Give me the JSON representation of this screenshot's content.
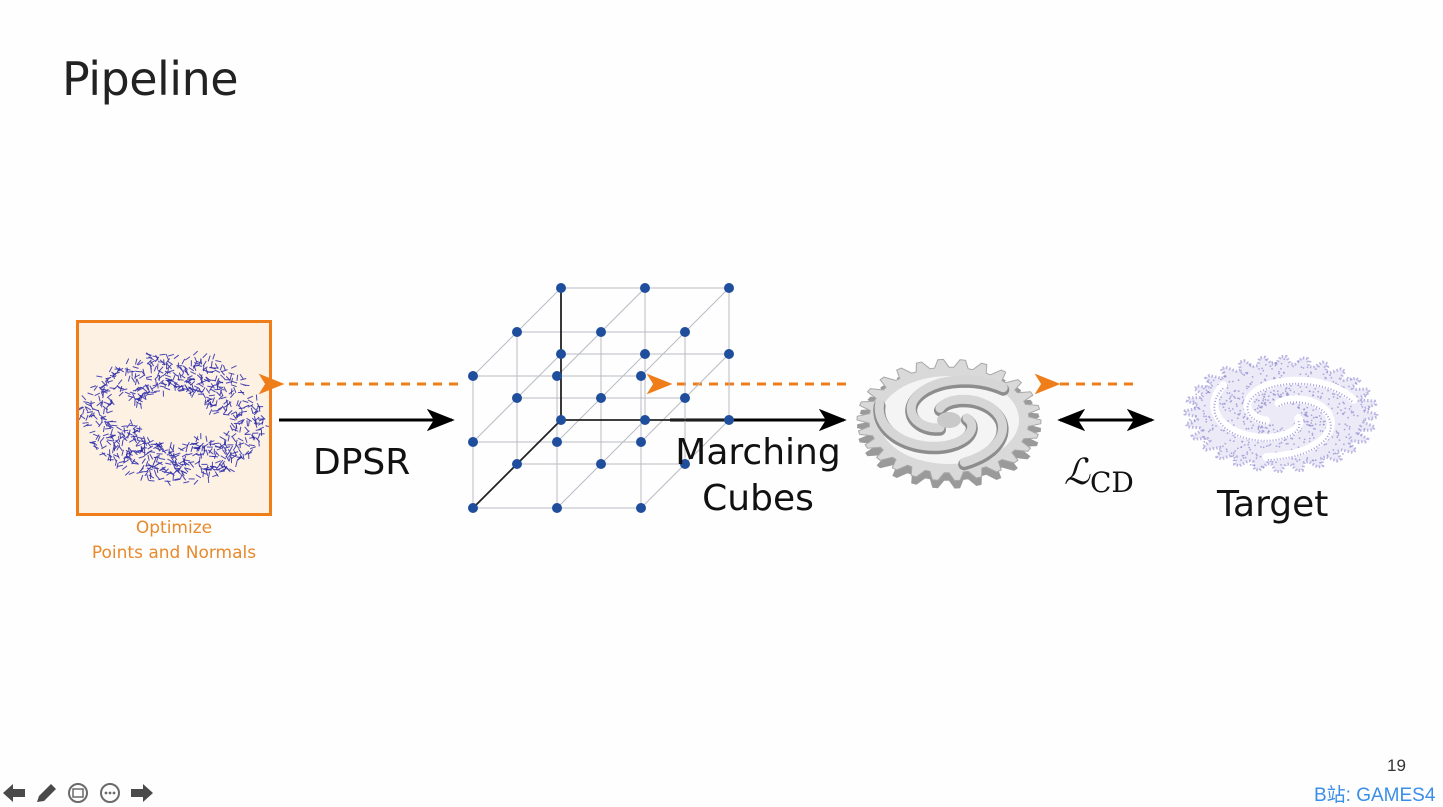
{
  "slide": {
    "title": "Pipeline",
    "page_number": "19",
    "watermark": "B站: GAMES4"
  },
  "stages": {
    "optimize_caption_line1": "Optimize",
    "optimize_caption_line2": "Points and Normals",
    "dpsr_label": "DPSR",
    "marching_label_line1": "Marching",
    "marching_label_line2": "Cubes",
    "loss_label_symbol": "ℒ",
    "loss_label_subscript": "CD",
    "target_label": "Target"
  },
  "colors": {
    "accent_orange": "#ef7d1a",
    "point_blue": "#2a2aa8",
    "grid_node": "#1f4e9c",
    "arrow_black": "#000000"
  },
  "navigation": {
    "icons": [
      "arrow-left-icon",
      "pen-icon",
      "slides-icon",
      "more-icon",
      "arrow-right-icon"
    ]
  }
}
